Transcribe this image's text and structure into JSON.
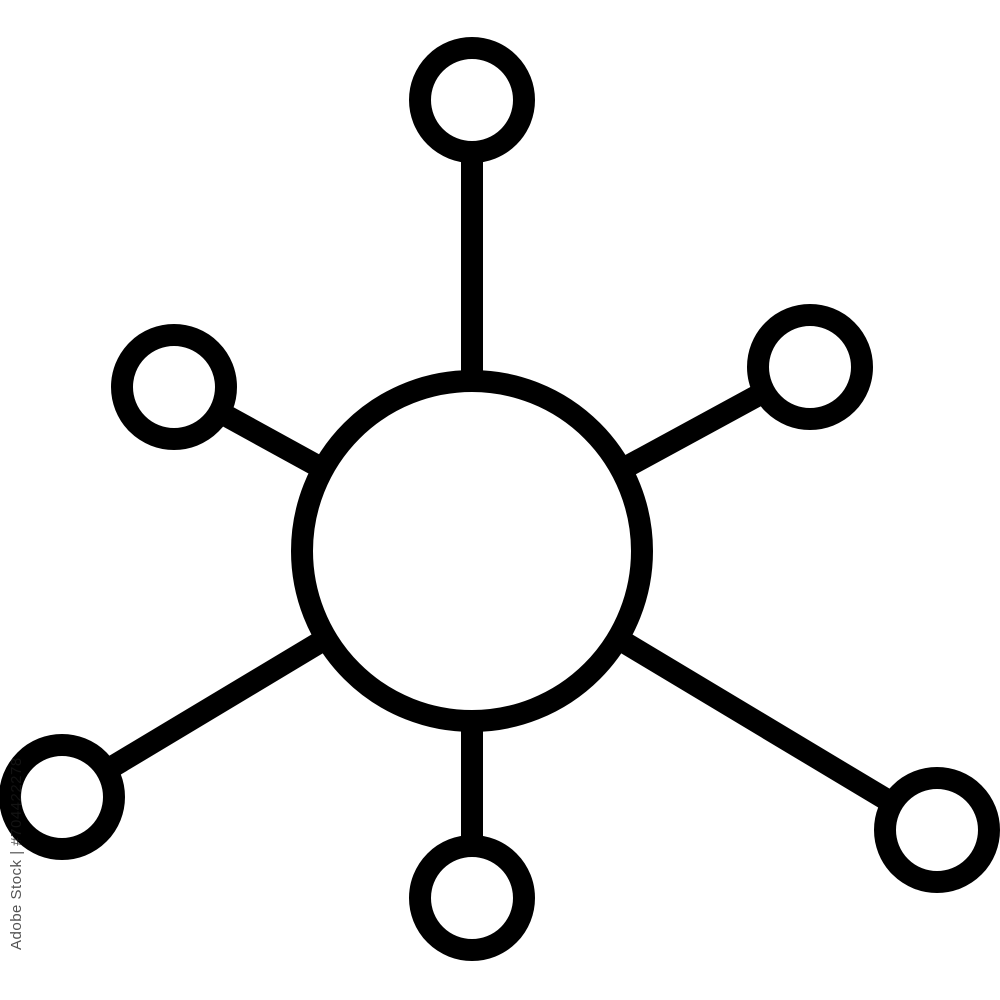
{
  "icon": {
    "name": "network-hub-icon",
    "stroke_color": "#000000",
    "background_color": "#ffffff",
    "center_node": "hub-circle",
    "satellite_nodes": [
      "top",
      "upper-right",
      "upper-left",
      "lower-left",
      "bottom",
      "lower-right"
    ]
  },
  "watermark": {
    "text": "Adobe Stock | #704422278"
  }
}
